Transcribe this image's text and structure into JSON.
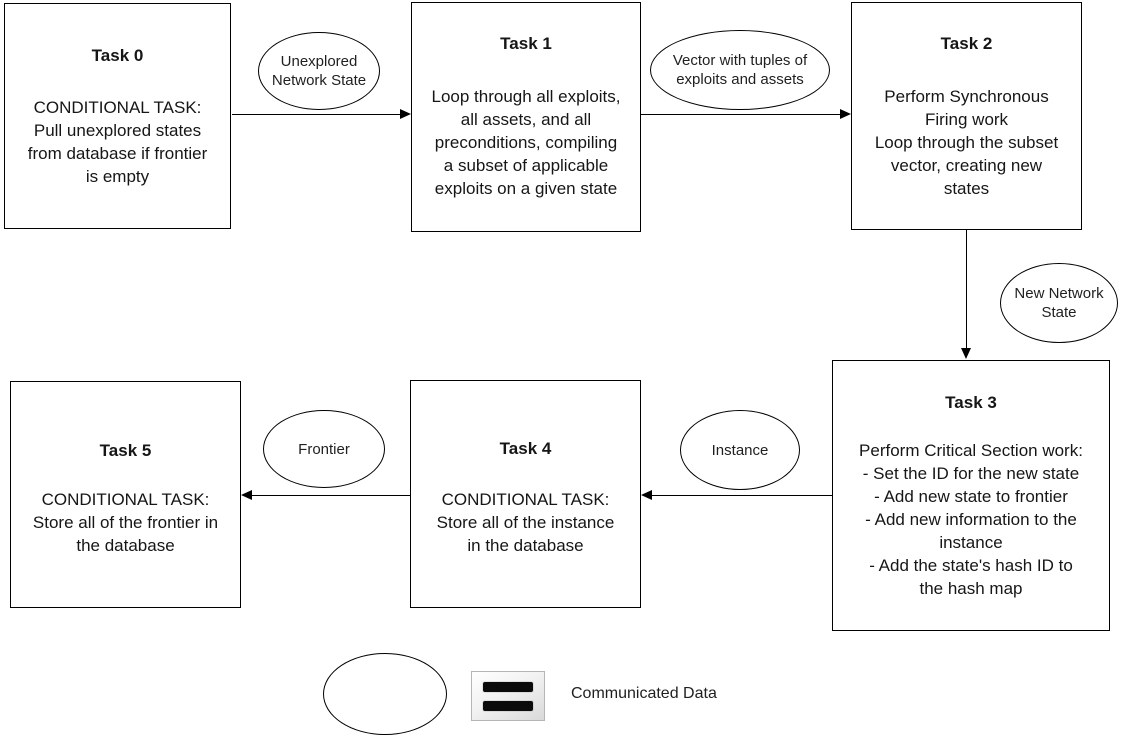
{
  "diagram": {
    "tasks": [
      {
        "title": "Task 0",
        "body": "CONDITIONAL TASK:\nPull unexplored states\nfrom database if frontier\nis empty"
      },
      {
        "title": "Task 1",
        "body": "Loop through all exploits,\nall assets, and all\npreconditions, compiling\na subset of applicable\nexploits on a given state"
      },
      {
        "title": "Task 2",
        "body": "Perform Synchronous\nFiring work\nLoop through the subset\nvector, creating new\nstates"
      },
      {
        "title": "Task 3",
        "body": "Perform Critical Section work:\n- Set the ID for the new state\n- Add new state to frontier\n- Add new information to the\ninstance\n- Add the state's hash ID to\nthe hash map"
      },
      {
        "title": "Task 4",
        "body": "CONDITIONAL TASK:\nStore all of the instance\nin the database"
      },
      {
        "title": "Task 5",
        "body": "CONDITIONAL TASK:\nStore all of the frontier in\nthe database"
      }
    ],
    "connectors": [
      {
        "label": "Unexplored\nNetwork State"
      },
      {
        "label": "Vector with tuples of\nexploits and assets"
      },
      {
        "label": "New Network\nState"
      },
      {
        "label": "Instance"
      },
      {
        "label": "Frontier"
      }
    ],
    "legend": {
      "label": "Communicated Data"
    }
  },
  "colors": {
    "stroke": "#000000",
    "text": "#161616",
    "background": "#ffffff"
  }
}
